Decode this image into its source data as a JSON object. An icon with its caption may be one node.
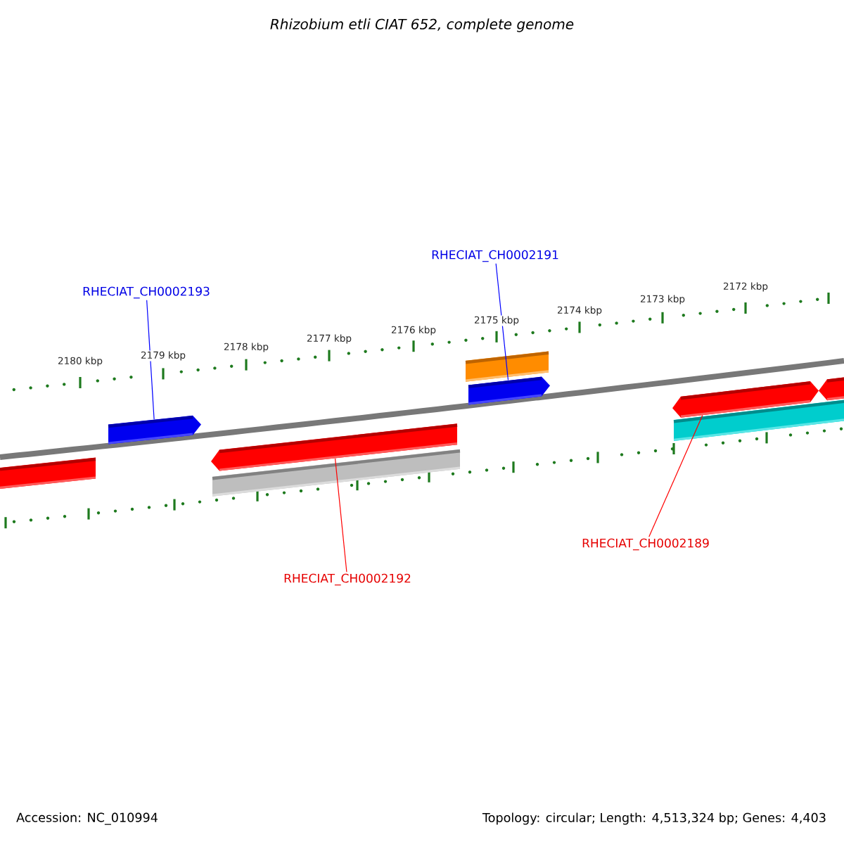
{
  "diagram": {
    "title": "Rhizobium etli CIAT 652, complete genome",
    "nodes": [
      {
        "text": [
          "RHECIAT_CH0002193"
        ]
      },
      {
        "text": [
          "RHECIAT_CH0002191"
        ]
      },
      {
        "text": [
          "RHECIAT_CH0002192"
        ]
      },
      {
        "text": [
          "RHECIAT_CH0002189"
        ]
      },
      {
        "text": [],
        "shape": "box"
      },
      {
        "text": [],
        "shape": "arrow"
      },
      {
        "text": [],
        "shape": "arrow"
      },
      {
        "text": [],
        "shape": "box"
      },
      {
        "text": [],
        "shape": "box"
      },
      {
        "text": [],
        "shape": "arrow"
      },
      {
        "text": [],
        "shape": "arrow"
      },
      {
        "text": [],
        "shape": "box"
      },
      {
        "text": [],
        "shape": "arrow"
      },
      {
        "text": [],
        "shape": "arrow"
      }
    ],
    "edges": [
      {
        "from": 0,
        "to": 5,
        "arrow": "none",
        "color": "#0000ff"
      },
      {
        "from": 1,
        "to": 9,
        "arrow": "none",
        "color": "#0000ff"
      },
      {
        "from": 2,
        "to": 6,
        "arrow": "none",
        "color": "#ff0000"
      },
      {
        "from": 3,
        "to": 10,
        "arrow": "none",
        "color": "#ff0000"
      }
    ],
    "labels": [
      "2172 kbp",
      "2173 kbp",
      "2174 kbp",
      "2175 kbp",
      "2176 kbp",
      "2177 kbp",
      "2178 kbp",
      "2179 kbp",
      "2180 kbp",
      "Accession: NC_010994",
      "Topology: circular; Length: 4,513,324 bp; Genes: 4,403"
    ]
  }
}
